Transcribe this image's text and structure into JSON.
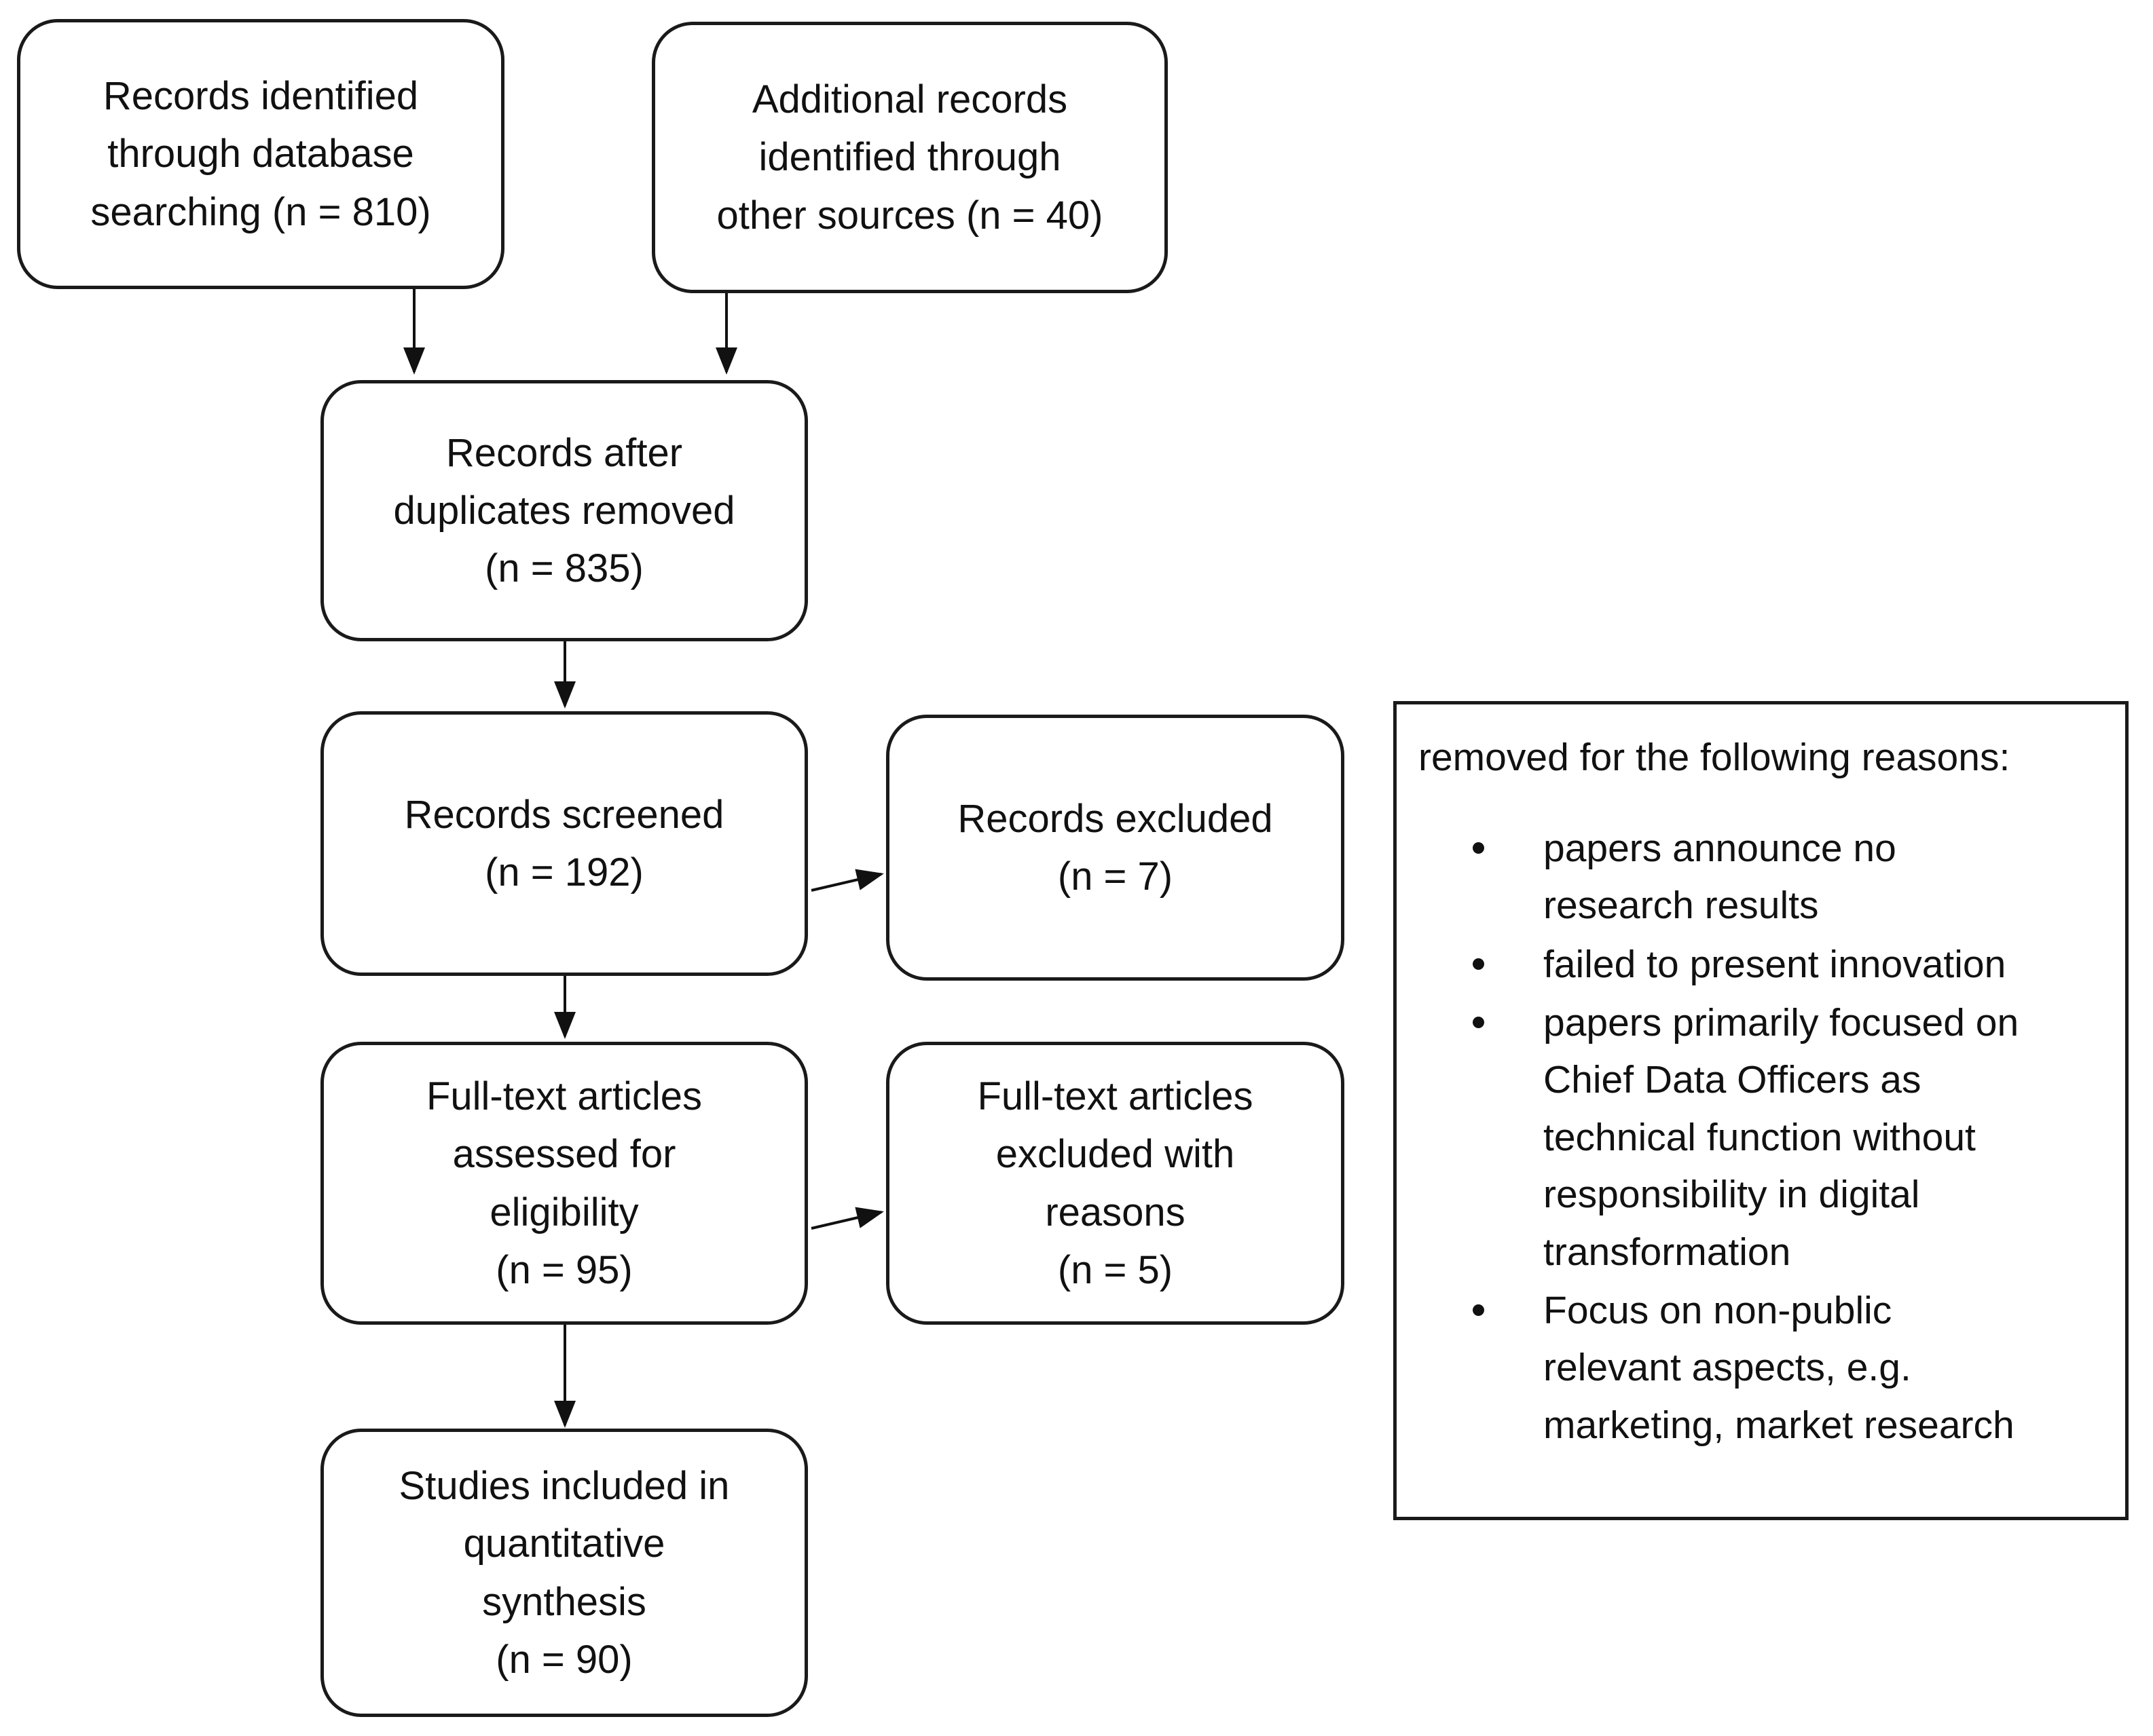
{
  "diagram": {
    "type": "prisma-flow-diagram",
    "boxes": [
      {
        "id": "records-identified-database",
        "lines": [
          "Records identified",
          "through database",
          "searching (n = 810)"
        ],
        "n": 810
      },
      {
        "id": "additional-records-other-sources",
        "lines": [
          "Additional records",
          "identified through",
          "other sources (n = 40)"
        ],
        "n": 40
      },
      {
        "id": "records-after-duplicates-removed",
        "lines": [
          "Records after",
          "duplicates removed",
          "(n = 835)"
        ],
        "n": 835
      },
      {
        "id": "records-screened",
        "lines": [
          "Records screened",
          "(n = 192)"
        ],
        "n": 192
      },
      {
        "id": "records-excluded",
        "lines": [
          "Records excluded",
          "(n = 7)"
        ],
        "n": 7
      },
      {
        "id": "full-text-assessed",
        "lines": [
          "Full-text articles",
          "assessed for",
          "eligibility",
          "(n = 95)"
        ],
        "n": 95
      },
      {
        "id": "full-text-excluded",
        "lines": [
          "Full-text articles",
          "excluded with",
          "reasons",
          "(n = 5)"
        ],
        "n": 5
      },
      {
        "id": "studies-included",
        "lines": [
          "Studies included in",
          "quantitative",
          "synthesis",
          "(n = 90)"
        ],
        "n": 90
      }
    ],
    "reasons_panel": {
      "title": "removed for the following reasons:",
      "items": [
        [
          "papers announce no",
          "research results"
        ],
        [
          "failed to present innovation"
        ],
        [
          "papers primarily focused on",
          "Chief Data Officers as",
          "technical function without",
          "responsibility in digital",
          "transformation"
        ],
        [
          "Focus on non-public",
          "relevant aspects, e.g.",
          "marketing, market research"
        ]
      ]
    },
    "colors": {
      "stroke": "#1a1a1a",
      "text": "#111111",
      "background": "#ffffff"
    }
  }
}
